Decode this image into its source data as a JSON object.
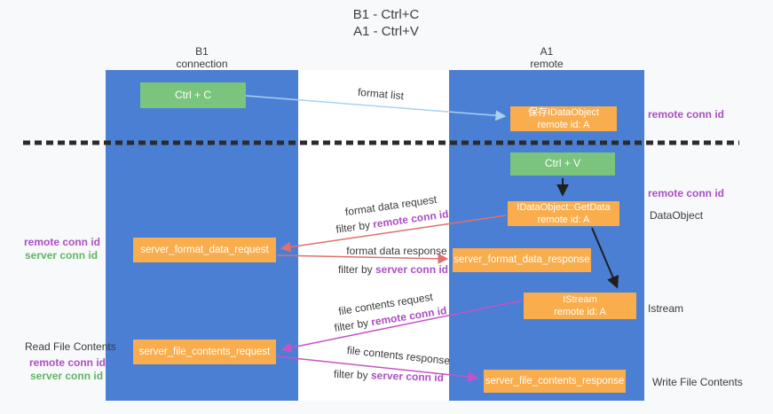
{
  "title": {
    "line1": "B1 - Ctrl+C",
    "line2": "A1 - Ctrl+V"
  },
  "lanes": {
    "left": {
      "name_line1": "B1",
      "name_line2": "connection"
    },
    "right": {
      "name_line1": "A1",
      "name_line2": "remote"
    }
  },
  "boxes": {
    "ctrl_c": {
      "label": "Ctrl + C"
    },
    "ctrl_v": {
      "label": "Ctrl + V"
    },
    "save_dataobject": {
      "line1": "保存IDataObject",
      "line2": "remote id: A"
    },
    "getdata": {
      "line1": "IDataObject::GetData",
      "line2": "remote id: A"
    },
    "istream": {
      "line1": "IStream",
      "line2": "remote id: A"
    },
    "format_request": {
      "label": "server_format_data_request"
    },
    "format_response": {
      "label": "server_format_data_response"
    },
    "file_request": {
      "label": "server_file_contents_request"
    },
    "file_response": {
      "label": "server_file_contents_response"
    }
  },
  "arrows": {
    "format_list": {
      "label": "format list"
    },
    "format_data_request": {
      "label": "format data request",
      "filter_prefix": "filter by ",
      "filter_value": "remote conn id"
    },
    "format_data_response": {
      "label": "format data response",
      "filter_prefix": "filter by ",
      "filter_value": "server conn id"
    },
    "file_contents_request": {
      "label": "file contents request",
      "filter_prefix": "filter by ",
      "filter_value": "remote conn id"
    },
    "file_contents_response": {
      "label": "file contents response",
      "filter_prefix": "filter by ",
      "filter_value": "server conn id"
    }
  },
  "annotations": {
    "right_remote_conn_id_top": "remote conn id",
    "right_remote_conn_id_mid": "remote conn id",
    "right_dataobject": "DataObject",
    "right_istream": "Istream",
    "right_write_file": "Write File Contents",
    "left_remote_conn_id_mid": "remote conn id",
    "left_server_conn_id_mid": "server conn id",
    "left_read_file": "Read File Contents",
    "left_remote_conn_id_bottom": "remote conn id",
    "left_server_conn_id_bottom": "server conn id"
  },
  "colors": {
    "lane_blue": "#4a7fd4",
    "box_orange": "#f9ad4d",
    "box_green": "#7ac47d",
    "arrow_red": "#e0706e",
    "arrow_magenta": "#c653c6",
    "arrow_light_blue": "#a9d2f0",
    "arrow_black": "#1f1f1f",
    "text_purple": "#ab4fc4",
    "text_green": "#5fb563"
  }
}
